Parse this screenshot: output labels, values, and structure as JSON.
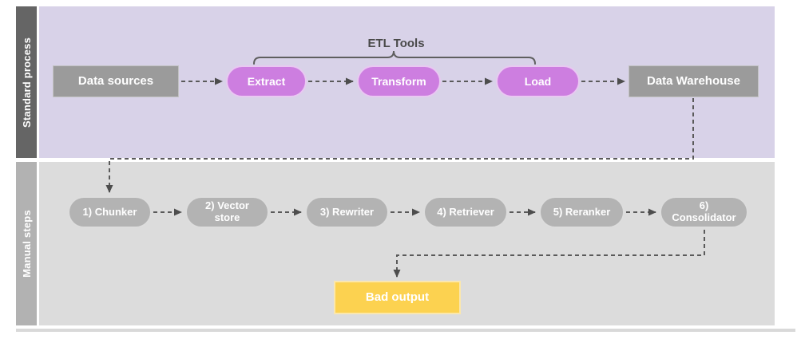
{
  "lanes": {
    "standard": {
      "label": "Standard process"
    },
    "manual": {
      "label": "Manual steps"
    }
  },
  "bracket": {
    "label": "ETL Tools"
  },
  "nodes": {
    "data_sources": "Data sources",
    "extract": "Extract",
    "transform": "Transform",
    "load": "Load",
    "data_warehouse": "Data Warehouse",
    "chunker": "1) Chunker",
    "vector_store": "2) Vector store",
    "rewriter": "3) Rewriter",
    "retriever": "4) Retriever",
    "reranker": "5) Reranker",
    "consolidator": "6) Consolidator",
    "bad_output": "Bad output"
  },
  "colors": {
    "lane_standard_bg": "#d8d2e8",
    "lane_standard_bar": "#656565",
    "lane_manual_bg": "#dcdcdc",
    "lane_manual_bar": "#b2b2b2",
    "etl_pill": "#cd7ee0",
    "gray_node": "#9b9b9b",
    "gray_pill": "#b3b3b3",
    "bad_output": "#fcd250",
    "connector": "#5a5a5a"
  }
}
